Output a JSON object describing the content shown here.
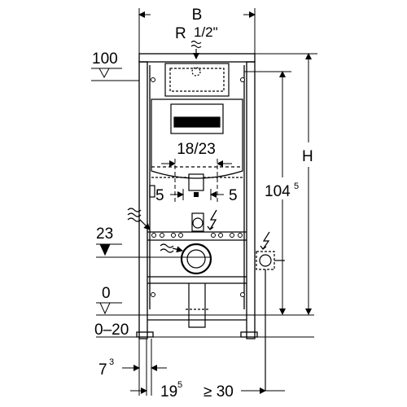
{
  "labels": {
    "width_b": "B",
    "thread_r": "R",
    "thread_size": "1/2\"",
    "level_100": "100",
    "height_h": "H",
    "dim_104": "104",
    "dim_104_sup": "5",
    "pan_range": "18/23",
    "offset_left": "5",
    "offset_right": "5",
    "level_23": "23",
    "level_0": "0",
    "floor_range": "0–20",
    "dim_7": "7",
    "dim_7_sup": "3",
    "dim_19": "19",
    "dim_19_sup": "5",
    "clearance": "≥ 30"
  },
  "icons": {
    "power_top": "lightning-bolt-icon",
    "power_right": "lightning-bolt-icon",
    "water": "water-supply-icon",
    "drain": "drain-wave-icon"
  }
}
